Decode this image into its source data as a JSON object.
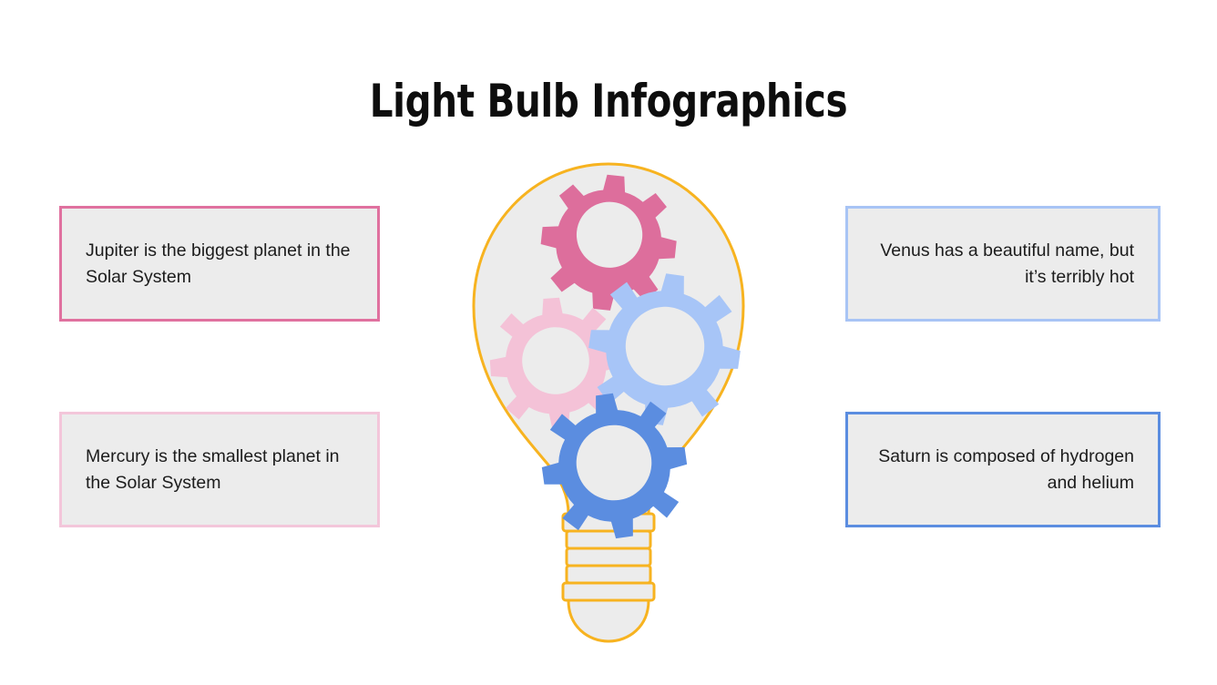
{
  "slide": {
    "background_color": "#ffffff",
    "title": "Light Bulb Infographics"
  },
  "callouts": [
    {
      "id": "jupiter",
      "text": "Jupiter is the biggest planet in the Solar System",
      "align": "left",
      "border_color": "#e0719f",
      "fill_color": "#ececec",
      "position": "top-left"
    },
    {
      "id": "mercury",
      "text": "Mercury is the smallest planet in the Solar System",
      "align": "left",
      "border_color": "#f3c6da",
      "fill_color": "#ececec",
      "position": "bottom-left"
    },
    {
      "id": "venus",
      "text": "Venus has a beautiful name, but it’s terribly hot",
      "align": "right",
      "border_color": "#a8c4f5",
      "fill_color": "#ececec",
      "position": "top-right"
    },
    {
      "id": "saturn",
      "text": "Saturn is composed of hydrogen and helium",
      "align": "right",
      "border_color": "#5b8de0",
      "fill_color": "#ececec",
      "position": "bottom-right"
    }
  ],
  "illustration": {
    "name": "light-bulb-with-gears",
    "bulb_outline_color": "#f7b320",
    "bulb_fill_color": "#ececec",
    "base_band_count": 5,
    "gears": [
      {
        "id": "gear-top",
        "color": "#dd6e9c",
        "label": "dark-pink-gear",
        "teeth": 10
      },
      {
        "id": "gear-left",
        "color": "#f4c2d7",
        "label": "light-pink-gear",
        "teeth": 10
      },
      {
        "id": "gear-right",
        "color": "#a7c5f7",
        "label": "light-blue-gear",
        "teeth": 10
      },
      {
        "id": "gear-bottom",
        "color": "#5b8de0",
        "label": "strong-blue-gear",
        "teeth": 10
      }
    ]
  }
}
